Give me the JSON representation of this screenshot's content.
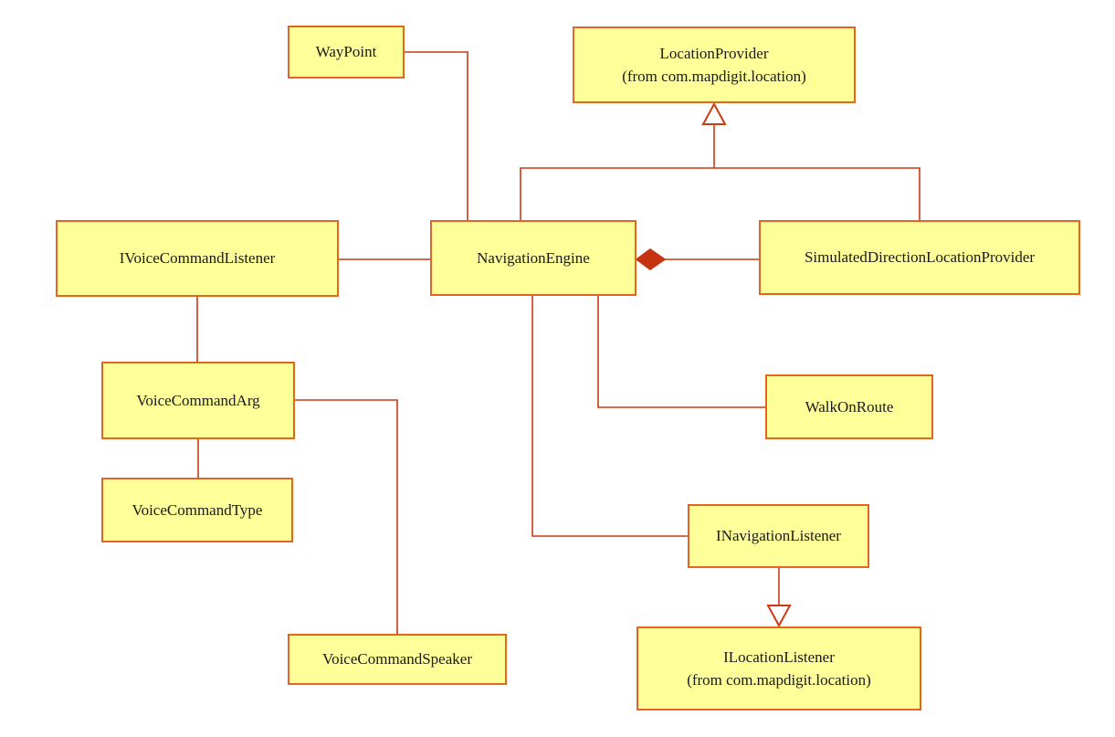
{
  "diagram": {
    "type": "uml-class-diagram",
    "colors": {
      "class_fill": "#ffff99",
      "class_border": "#e2661f",
      "connector": "#cc3a12",
      "composition_diamond_fill": "#c63310",
      "background": "#ffffff"
    },
    "classes": {
      "waypoint": {
        "name": "WayPoint"
      },
      "location_provider": {
        "name": "LocationProvider",
        "package": "(from com.mapdigit.location)"
      },
      "ivoice_command_listener": {
        "name": "IVoiceCommandListener"
      },
      "navigation_engine": {
        "name": "NavigationEngine"
      },
      "simulated_direction_location_provider": {
        "name": "SimulatedDirectionLocationProvider"
      },
      "voice_command_arg": {
        "name": "VoiceCommandArg"
      },
      "walk_on_route": {
        "name": "WalkOnRoute"
      },
      "voice_command_type": {
        "name": "VoiceCommandType"
      },
      "inavigation_listener": {
        "name": "INavigationListener"
      },
      "voice_command_speaker": {
        "name": "VoiceCommandSpeaker"
      },
      "ilocation_listener": {
        "name": "ILocationListener",
        "package": "(from com.mapdigit.location)"
      }
    },
    "relationships": [
      {
        "type": "association",
        "from": "WayPoint",
        "to": "NavigationEngine"
      },
      {
        "type": "generalization",
        "from": "NavigationEngine",
        "to": "LocationProvider"
      },
      {
        "type": "generalization",
        "from": "SimulatedDirectionLocationProvider",
        "to": "LocationProvider"
      },
      {
        "type": "association",
        "from": "IVoiceCommandListener",
        "to": "NavigationEngine"
      },
      {
        "type": "composition",
        "from": "NavigationEngine",
        "to": "SimulatedDirectionLocationProvider"
      },
      {
        "type": "association",
        "from": "IVoiceCommandListener",
        "to": "VoiceCommandArg"
      },
      {
        "type": "association",
        "from": "VoiceCommandArg",
        "to": "VoiceCommandType"
      },
      {
        "type": "association",
        "from": "VoiceCommandArg",
        "to": "VoiceCommandSpeaker"
      },
      {
        "type": "association",
        "from": "NavigationEngine",
        "to": "WalkOnRoute"
      },
      {
        "type": "association",
        "from": "NavigationEngine",
        "to": "INavigationListener"
      },
      {
        "type": "generalization",
        "from": "INavigationListener",
        "to": "ILocationListener"
      }
    ]
  }
}
